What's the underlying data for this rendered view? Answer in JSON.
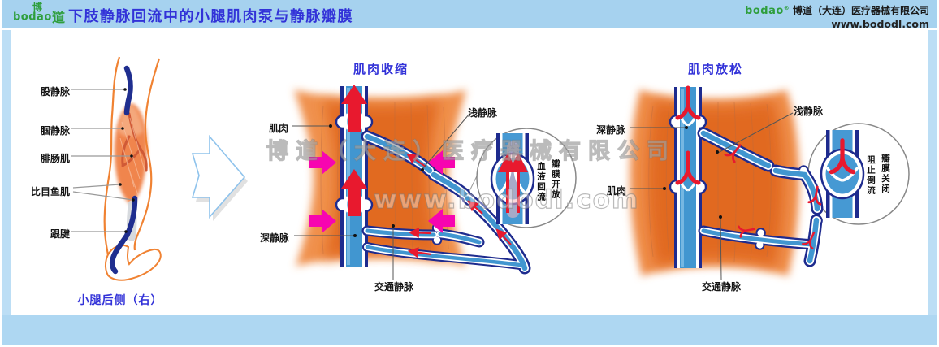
{
  "header": {
    "title": "下肢静脉回流中的小腿肌肉泵与静脉瓣膜",
    "brand": "bodao",
    "brand_reg": "®",
    "brand_char_top": "博",
    "brand_char_side": "道"
  },
  "left_panel": {
    "caption": "小腿后侧（右）",
    "labels": {
      "femoral_vein": "股静脉",
      "popliteal_vein": "腘静脉",
      "gastrocnemius": "腓肠肌",
      "soleus": "比目鱼肌",
      "achilles_tendon": "跟腱"
    }
  },
  "middle_panel": {
    "title": "肌肉收缩",
    "labels": {
      "muscle": "肌肉",
      "deep_vein": "深静脉",
      "perforating_vein": "交通静脉",
      "superficial_vein": "浅静脉"
    },
    "inset": {
      "col_left": "血液回流",
      "col_right": "瓣膜开放"
    }
  },
  "right_panel": {
    "title": "肌肉放松",
    "labels": {
      "deep_vein": "深静脉",
      "muscle": "肌肉",
      "perforating_vein": "交通静脉",
      "superficial_vein": "浅静脉"
    },
    "inset": {
      "col_left": "阻止倒流",
      "col_right": "瓣膜关闭"
    }
  },
  "watermark": {
    "company": "博道（大连）医疗器械有限公司",
    "url": "www.bododl.com"
  },
  "footer": {
    "brand": "bodao",
    "brand_reg": "®",
    "company": "博道（大连）医疗器械有限公司",
    "url": "www.bododl.com"
  },
  "colors": {
    "accent_blue": "#3232d8",
    "vein_navy": "#1e2b8e",
    "vein_blue": "#4196d0",
    "muscle_orange": "#e0661c",
    "arrow_red": "#e8192e",
    "arrow_pink": "#f705b0",
    "leg_outline": "#f08232",
    "brand_green": "#2e9e3c",
    "panel_bg": "#aed7f2"
  }
}
